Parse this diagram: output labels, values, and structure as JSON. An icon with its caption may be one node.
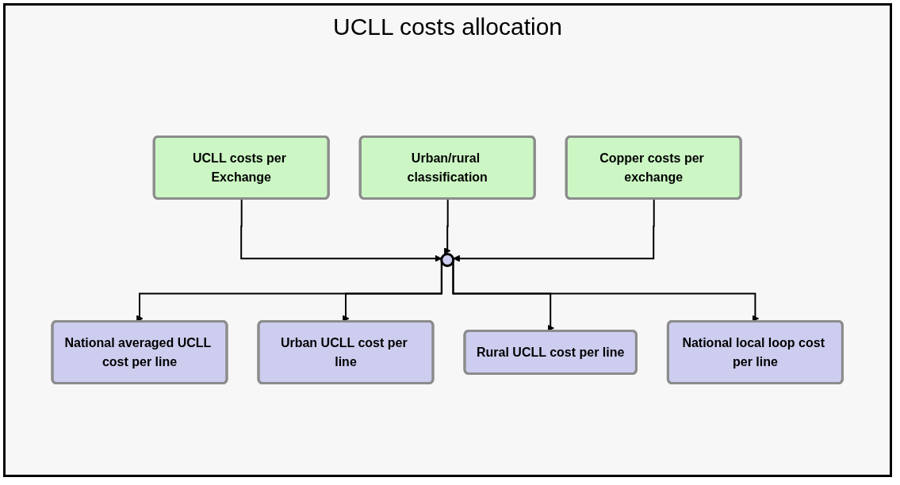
{
  "diagram": {
    "title": "UCLL costs allocation",
    "nodes": [
      {
        "text": [
          "UCLL costs per Exchange"
        ]
      },
      {
        "text": [
          "Urban/rural classification"
        ]
      },
      {
        "text": [
          "Copper costs per exchange"
        ]
      },
      {
        "text": [],
        "shape": "circle"
      },
      {
        "text": [
          "National averaged UCLL cost per line"
        ]
      },
      {
        "text": [
          "Urban UCLL cost per line"
        ]
      },
      {
        "text": [
          "Rural UCLL cost per line"
        ]
      },
      {
        "text": [
          "National local loop cost per line"
        ]
      }
    ],
    "edges": [
      {
        "from": 0,
        "to": 3,
        "arrow": "to"
      },
      {
        "from": 1,
        "to": 3,
        "arrow": "to"
      },
      {
        "from": 2,
        "to": 3,
        "arrow": "to"
      },
      {
        "from": 3,
        "to": 4,
        "arrow": "to"
      },
      {
        "from": 3,
        "to": 5,
        "arrow": "to"
      },
      {
        "from": 3,
        "to": 6,
        "arrow": "to"
      },
      {
        "from": 3,
        "to": 7,
        "arrow": "to"
      }
    ]
  }
}
